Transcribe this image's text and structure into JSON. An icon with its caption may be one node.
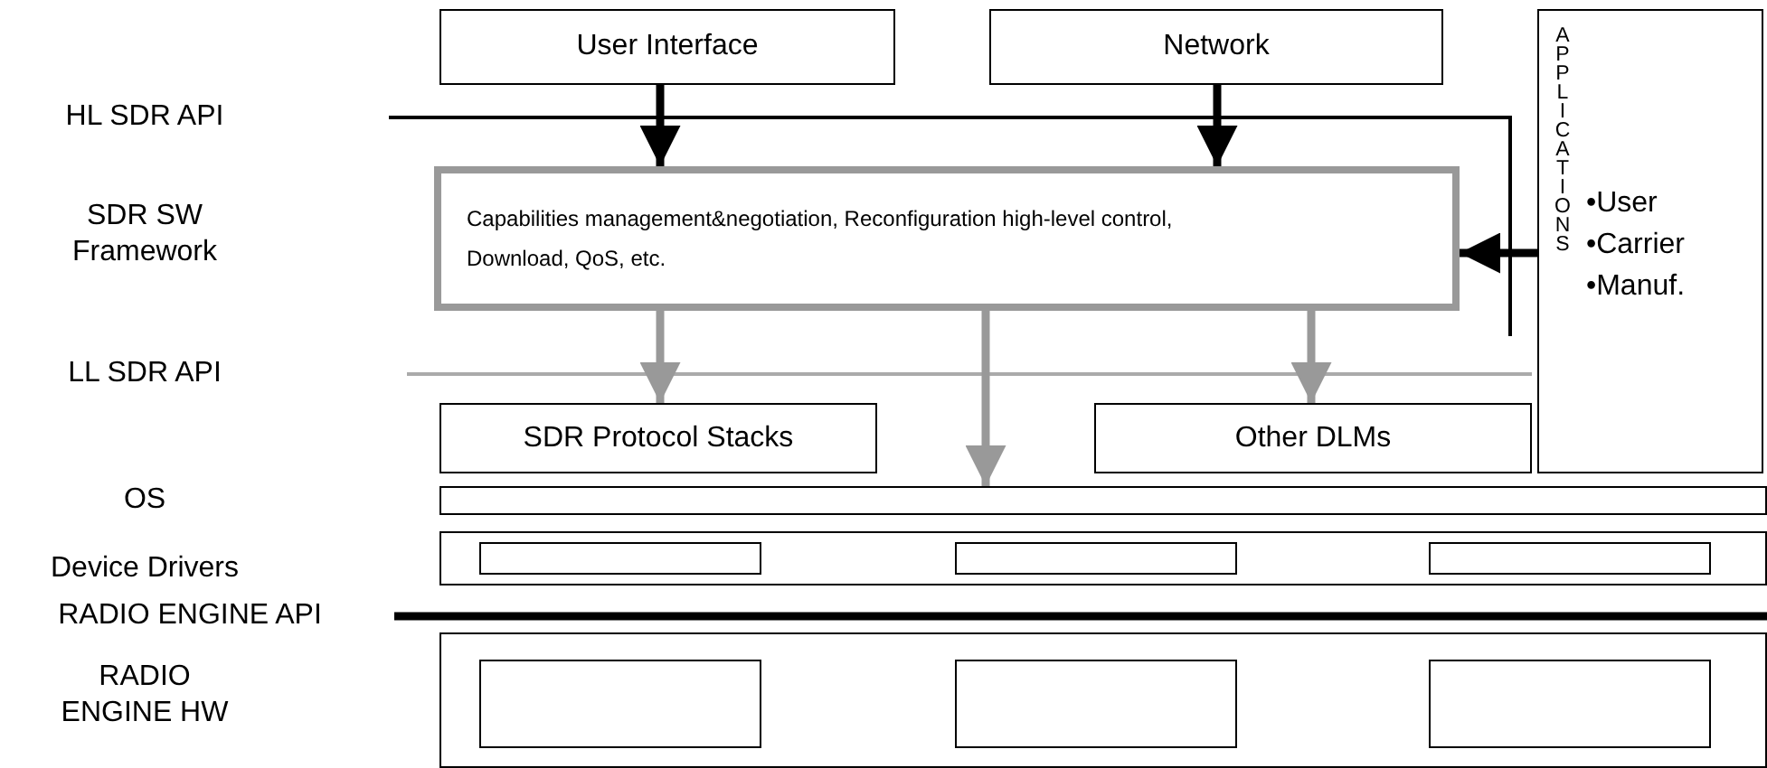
{
  "diagram": {
    "nodes": [
      {
        "text": [
          "User Interface"
        ]
      },
      {
        "text": [
          "Network"
        ]
      },
      {
        "text": [
          "Capabilities management&negotiation, Reconfiguration high-level control, Download, QoS, etc."
        ]
      },
      {
        "text": [
          "SDR Protocol Stacks"
        ]
      },
      {
        "text": [
          "Other DLMs"
        ]
      },
      {
        "text": [
          "APPLICATIONS",
          "•User",
          "•Carrier",
          "•Manuf."
        ]
      },
      {
        "text": [],
        "shape": "box"
      },
      {
        "text": [],
        "shape": "box"
      },
      {
        "text": [],
        "shape": "box",
        "in": 7
      },
      {
        "text": [],
        "shape": "box",
        "in": 7
      },
      {
        "text": [],
        "shape": "box",
        "in": 7
      },
      {
        "text": [],
        "shape": "box"
      },
      {
        "text": [],
        "shape": "box",
        "in": 11
      },
      {
        "text": [],
        "shape": "box",
        "in": 11
      },
      {
        "text": [],
        "shape": "box",
        "in": 11
      }
    ],
    "edges": [
      {
        "from": 0,
        "to": 2,
        "arrow": "to"
      },
      {
        "from": 1,
        "to": 2,
        "arrow": "to"
      },
      {
        "from": 5,
        "to": 2,
        "arrow": "to"
      },
      {
        "from": 2,
        "to": 3,
        "arrow": "to",
        "color": "#999999"
      },
      {
        "from": 2,
        "to": 6,
        "arrow": "to",
        "color": "#999999"
      },
      {
        "from": 2,
        "to": 4,
        "arrow": "to",
        "color": "#999999"
      }
    ],
    "labels": [
      "HL SDR API",
      "SDR SW Framework",
      "LL SDR API",
      "OS",
      "Device Drivers",
      "RADIO ENGINE API",
      "RADIO ENGINE HW"
    ]
  }
}
